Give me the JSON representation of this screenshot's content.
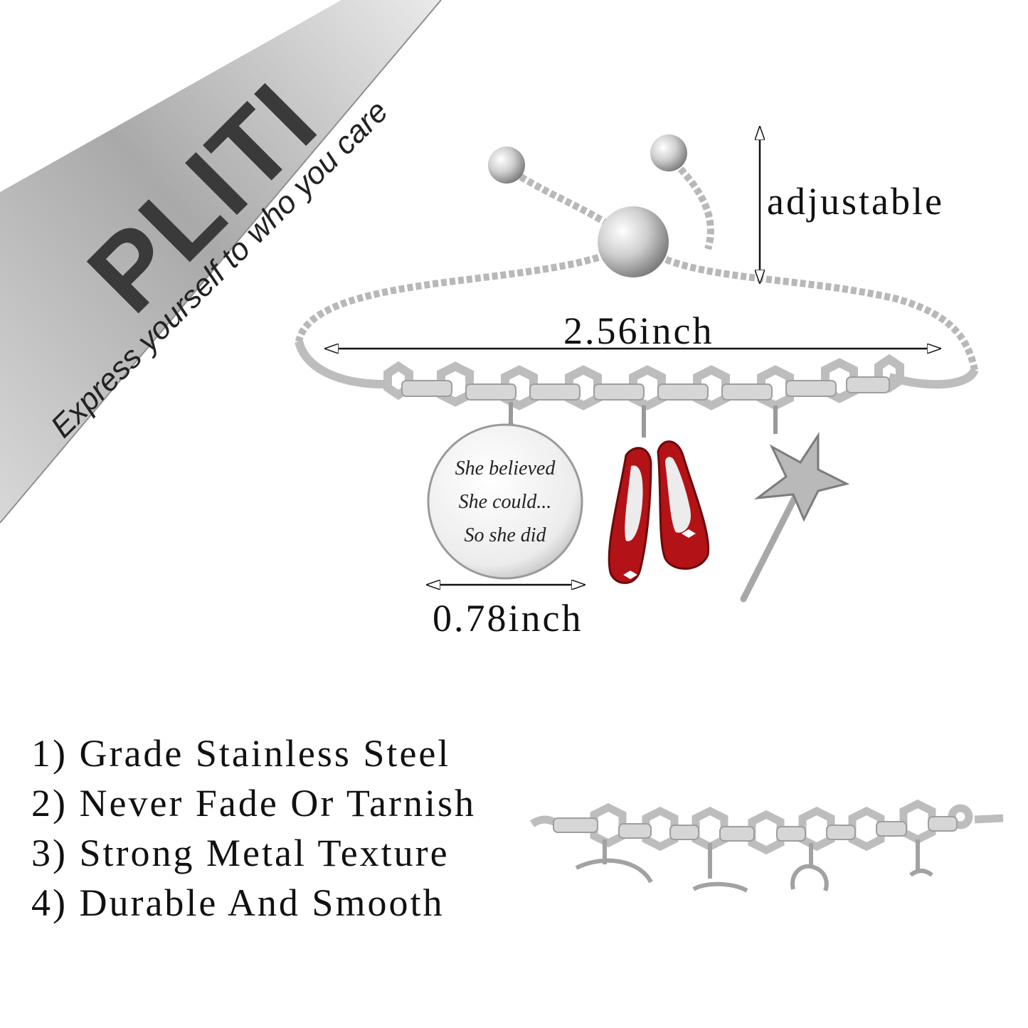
{
  "brand": {
    "name": "PLITI",
    "tagline": "Express yourself to who you care",
    "banner_color": "#bdbdbd"
  },
  "dimensions": {
    "adjustable": "adjustable",
    "length": "2.56inch",
    "diameter": "0.78inch"
  },
  "charm": {
    "lines": [
      "She believed",
      "She could...",
      "So she did"
    ]
  },
  "features": [
    "1) Grade Stainless Steel",
    "2) Never Fade Or Tarnish",
    "3) Strong Metal Texture",
    "4) Durable And Smooth"
  ],
  "colors": {
    "silver": "#c8c8c8",
    "shoe_red": "#b31217",
    "text": "#111111"
  }
}
